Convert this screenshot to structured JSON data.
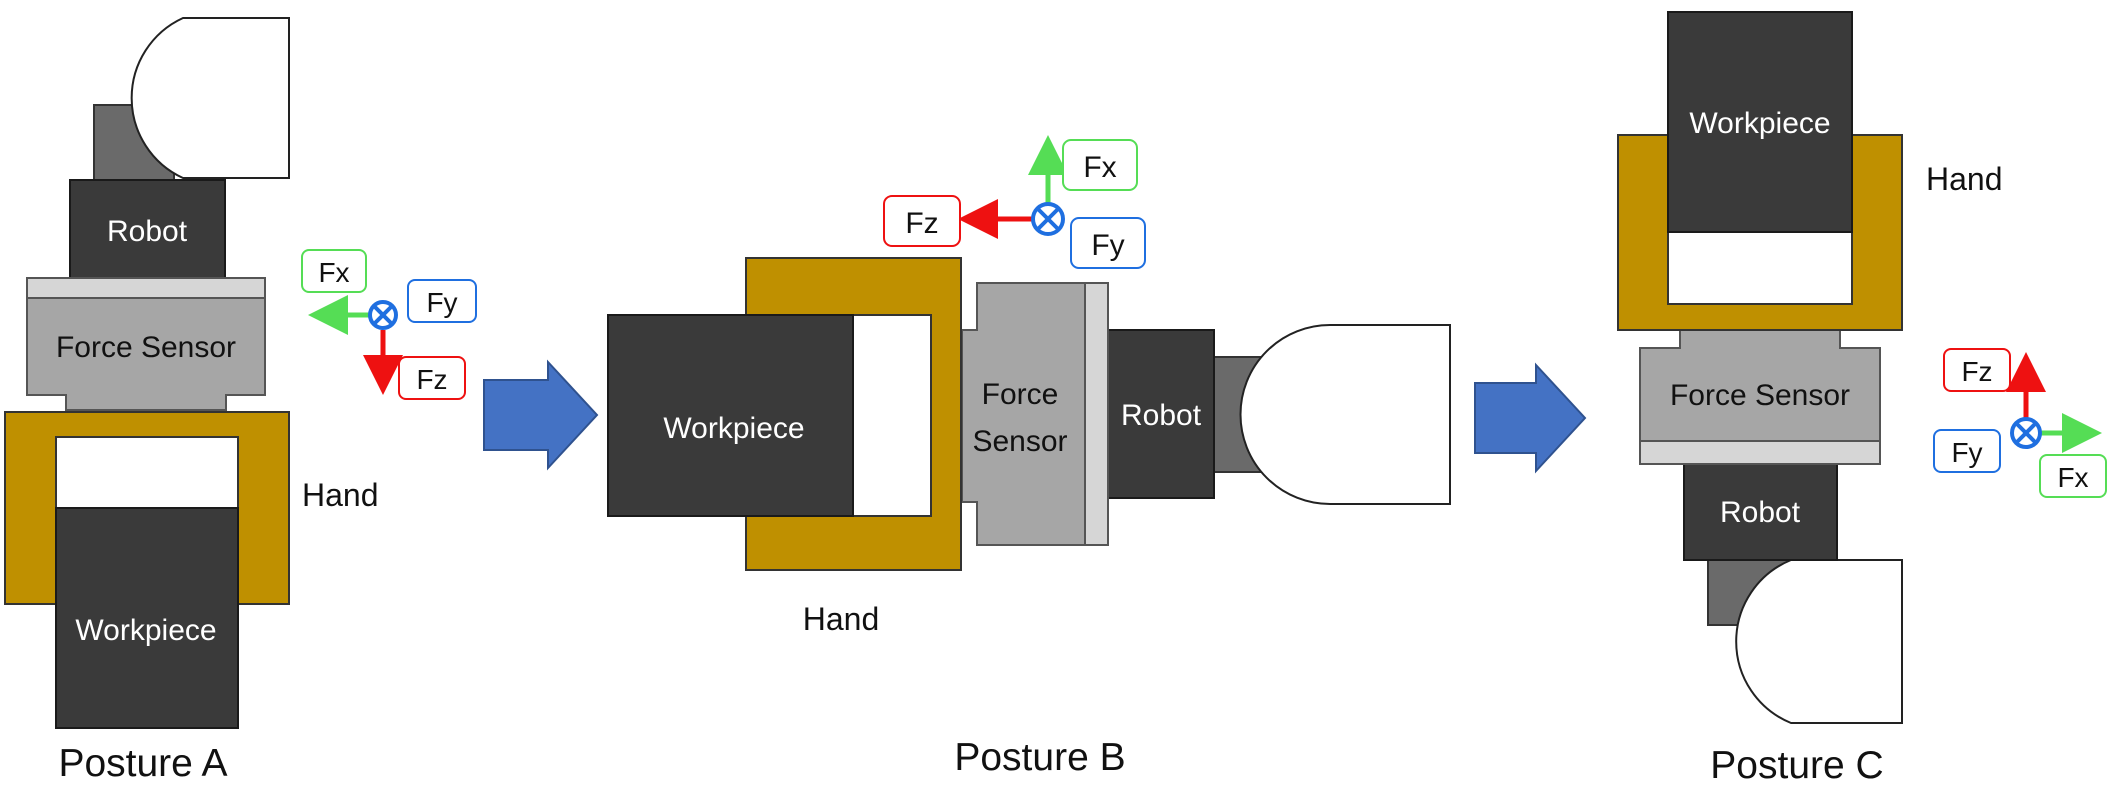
{
  "labels": {
    "robot": "Robot",
    "force_sensor": "Force Sensor",
    "force": "Force",
    "sensor": "Sensor",
    "hand": "Hand",
    "workpiece": "Workpiece",
    "fx": "Fx",
    "fy": "Fy",
    "fz": "Fz"
  },
  "postures": [
    {
      "caption": "Posture A"
    },
    {
      "caption": "Posture B"
    },
    {
      "caption": "Posture C"
    }
  ],
  "colors": {
    "robot": "#3a3a3a",
    "joint": "#6a6a6a",
    "force_sensor": "#a6a6a6",
    "sensor_plate": "#d6d6d6",
    "hand": "#bf9000",
    "fx_axis": "#55dd55",
    "fy_axis": "#1f6fe0",
    "fz_axis": "#ee1111",
    "transition_arrow": "#4472c4"
  },
  "icons": {
    "fy_symbol": "into-page-cross-circle",
    "transition": "right-block-arrow"
  }
}
